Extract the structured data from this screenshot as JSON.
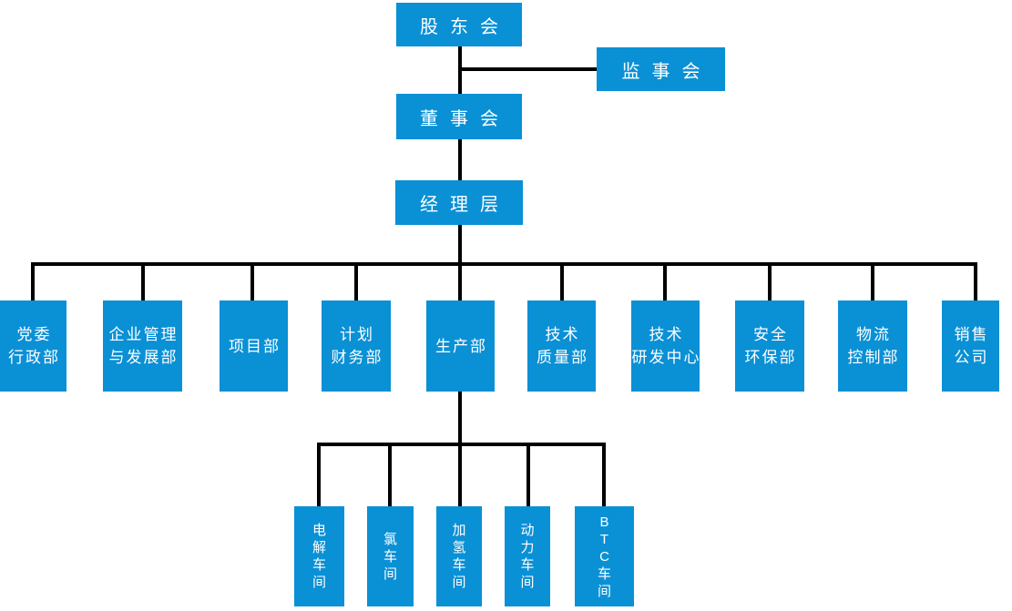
{
  "diagram": {
    "type": "org-chart",
    "colors": {
      "box_fill": "#0a90d5",
      "box_text": "#ffffff",
      "connector": "#000000"
    },
    "top_nodes": {
      "shareholders": {
        "label": "股东会"
      },
      "supervisory": {
        "label": "监事会"
      },
      "board": {
        "label": "董事会"
      },
      "management": {
        "label": "经理层"
      }
    },
    "departments": [
      {
        "id": "party-committee-admin",
        "lines": [
          "党委",
          "行政部"
        ]
      },
      {
        "id": "enterprise-mgmt-development",
        "lines": [
          "企业管理",
          "与发展部"
        ]
      },
      {
        "id": "project-dept",
        "lines": [
          "项目部"
        ]
      },
      {
        "id": "planning-finance",
        "lines": [
          "计划",
          "财务部"
        ]
      },
      {
        "id": "production-dept",
        "lines": [
          "生产部"
        ]
      },
      {
        "id": "tech-quality",
        "lines": [
          "技术",
          "质量部"
        ]
      },
      {
        "id": "tech-rd-center",
        "lines": [
          "技术",
          "研发中心"
        ]
      },
      {
        "id": "safety-environment",
        "lines": [
          "安全",
          "环保部"
        ]
      },
      {
        "id": "logistics-control",
        "lines": [
          "物流",
          "控制部"
        ]
      },
      {
        "id": "sales-company",
        "lines": [
          "销售",
          "公司"
        ]
      }
    ],
    "workshops": [
      {
        "id": "electrolysis-workshop",
        "lines": [
          "电",
          "解",
          "车",
          "间"
        ]
      },
      {
        "id": "chlorine-workshop",
        "lines": [
          "氯",
          "车",
          "间"
        ]
      },
      {
        "id": "hydrogenation-workshop",
        "lines": [
          "加",
          "氢",
          "车",
          "间"
        ]
      },
      {
        "id": "power-workshop",
        "lines": [
          "动",
          "力",
          "车",
          "间"
        ]
      },
      {
        "id": "btc-workshop",
        "lines": [
          "B",
          "T",
          "C",
          "车",
          "间"
        ]
      }
    ]
  }
}
